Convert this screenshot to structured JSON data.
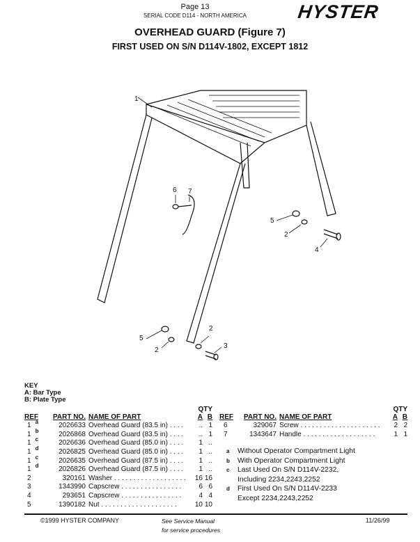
{
  "header": {
    "page": "Page 13",
    "serial": "SERIAL CODE D114 - NORTH AMERICA",
    "logo": "HYSTER"
  },
  "title": "OVERHEAD GUARD  (Figure 7)",
  "subtitle": "FIRST USED ON S/N D114V-1802, EXCEPT 1812",
  "diagram": {
    "callouts": [
      "1",
      "6",
      "7",
      "5",
      "2",
      "4",
      "5",
      "2",
      "2",
      "3"
    ]
  },
  "key": {
    "title": "KEY",
    "a": "A: Bar Type",
    "b": "B: Plate Type"
  },
  "columns": {
    "qty": "QTY",
    "ref": "REF",
    "part_no": "PART NO.",
    "name": "NAME OF PART",
    "a": "A",
    "b": "B"
  },
  "parts_left": [
    {
      "ref": "1",
      "note": "a",
      "part": "2026633",
      "name": "Overhead Guard (83.5 in) . . . . ",
      "a": "..",
      "b": "1"
    },
    {
      "ref": "1",
      "note": "b",
      "part": "2026868",
      "name": "Overhead Guard (83.5 in) . . . . ",
      "a": "..",
      "b": "1"
    },
    {
      "ref": "1",
      "note": "c",
      "part": "2026636",
      "name": "Overhead Guard (85.0 in) . . . . ",
      "a": "1",
      "b": ".."
    },
    {
      "ref": "1",
      "note": "d",
      "part": "2026825",
      "name": "Overhead Guard (85.0 in) . . . . ",
      "a": "1",
      "b": ".."
    },
    {
      "ref": "1",
      "note": "c",
      "part": "2026635",
      "name": "Overhead Guard (87.5 in) . . . . ",
      "a": "1",
      "b": ".."
    },
    {
      "ref": "1",
      "note": "d",
      "part": "2026826",
      "name": "Overhead Guard (87.5 in) . . . . ",
      "a": "1",
      "b": ".."
    },
    {
      "ref": "2",
      "note": "",
      "part": "320161",
      "name": "Washer . . . . . . . . . . . . . . . . . . .",
      "a": "16",
      "b": "16"
    },
    {
      "ref": "3",
      "note": "",
      "part": "1343990",
      "name": "Capscrew  . . . . . . . . . . . . . . . .",
      "a": "6",
      "b": "6"
    },
    {
      "ref": "4",
      "note": "",
      "part": "293651",
      "name": "Capscrew  . . . . . . . . . . . . . . . .",
      "a": "4",
      "b": "4"
    },
    {
      "ref": "5",
      "note": "",
      "part": "1390182",
      "name": "Nut  . . . . . . . . . . . . . . . . . . . .",
      "a": "10",
      "b": "10"
    }
  ],
  "parts_right": [
    {
      "ref": "6",
      "part": "329067",
      "name": "Screw . . . . . . . . . . . . . . . . . . . . .",
      "a": "2",
      "b": "2"
    },
    {
      "ref": "7",
      "part": "1343647",
      "name": "Handle  . . . . . . . . . . . . . . . . . . .",
      "a": "1",
      "b": "1"
    }
  ],
  "notes": [
    {
      "mark": "a",
      "lines": [
        "Without Operator Compartment Light"
      ]
    },
    {
      "mark": "b",
      "lines": [
        "With Operator Compartment Light"
      ]
    },
    {
      "mark": "c",
      "lines": [
        "Last Used On S/N D114V-2232,",
        "Including 2234,2243,2252"
      ]
    },
    {
      "mark": "d",
      "lines": [
        "First Used On S/N D114V-2233",
        "Except 2234,2243,2252"
      ]
    }
  ],
  "footer": {
    "copyright": "©1999 HYSTER COMPANY",
    "see1": "See Service Manual",
    "see2": "for service procedures",
    "date": "11/26/99"
  }
}
